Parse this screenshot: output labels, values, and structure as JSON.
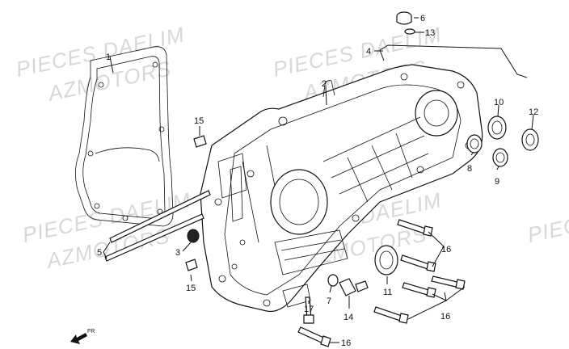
{
  "diagram": {
    "watermarks": [
      {
        "id": "w1",
        "text": "PIECES DAELIM"
      },
      {
        "id": "w2",
        "text": "AZMOTORS"
      },
      {
        "id": "w3",
        "text": "PIECES DAELIM"
      },
      {
        "id": "w4",
        "text": "AZMOTORS"
      },
      {
        "id": "w5",
        "text": "PIECES DAELIM"
      },
      {
        "id": "w6",
        "text": "AZMOTORS"
      },
      {
        "id": "w7",
        "text": "PIECES DAELIM"
      },
      {
        "id": "w8",
        "text": "AZMOTORS"
      },
      {
        "id": "w9",
        "text": "PIEC"
      }
    ],
    "direction_label": "FR",
    "callouts": [
      {
        "id": "c1",
        "number": "1"
      },
      {
        "id": "c2",
        "number": "2"
      },
      {
        "id": "c3",
        "number": "3"
      },
      {
        "id": "c4",
        "number": "4"
      },
      {
        "id": "c5",
        "number": "5"
      },
      {
        "id": "c6",
        "number": "6"
      },
      {
        "id": "c7",
        "number": "7"
      },
      {
        "id": "c8",
        "number": "8"
      },
      {
        "id": "c9",
        "number": "9"
      },
      {
        "id": "c10",
        "number": "10"
      },
      {
        "id": "c11",
        "number": "11"
      },
      {
        "id": "c12",
        "number": "12"
      },
      {
        "id": "c13",
        "number": "13"
      },
      {
        "id": "c14",
        "number": "14"
      },
      {
        "id": "c15a",
        "number": "15"
      },
      {
        "id": "c15b",
        "number": "15"
      },
      {
        "id": "c16a",
        "number": "16"
      },
      {
        "id": "c16b",
        "number": "16"
      },
      {
        "id": "c16c",
        "number": "16"
      },
      {
        "id": "c17",
        "number": "17"
      }
    ]
  }
}
